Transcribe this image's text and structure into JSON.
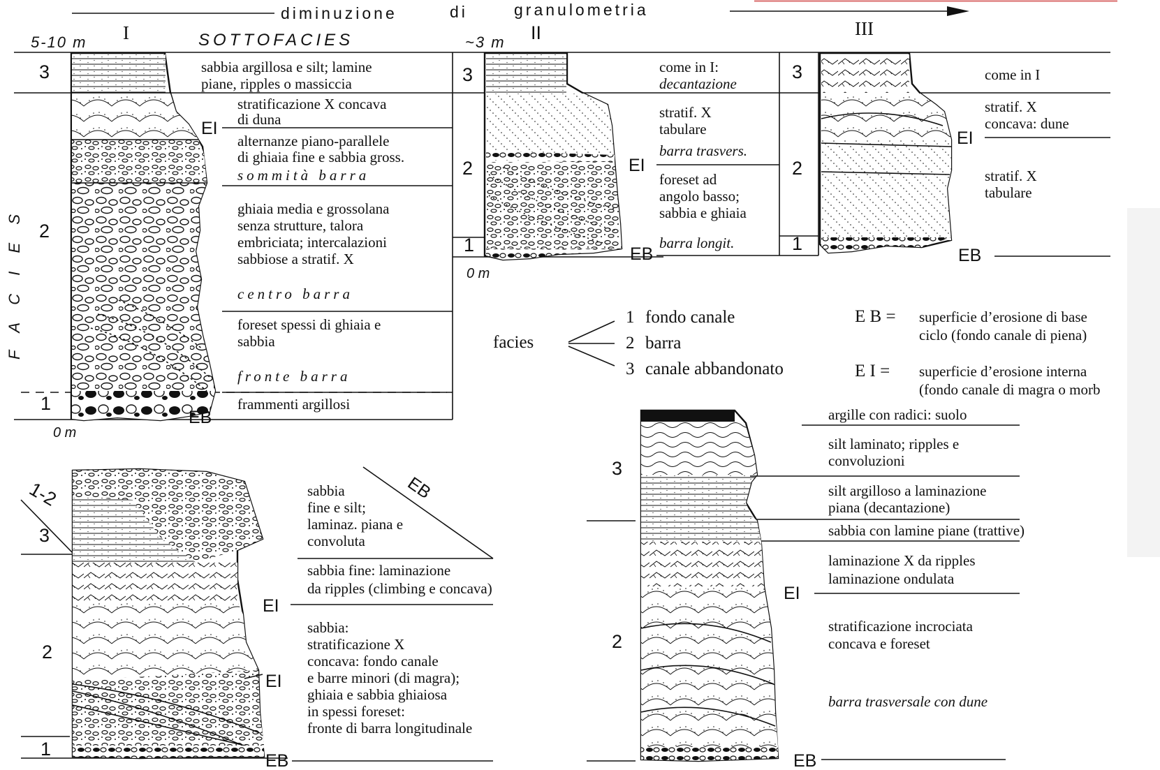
{
  "header": {
    "title_left": "diminuzione",
    "title_mid": "di",
    "title_right": "granulometria",
    "sottofacies": "SOTTOFACIES",
    "facies_vertical": "F A C I E S"
  },
  "columns": {
    "I": {
      "roman": "I",
      "top_thickness": "5-10 m",
      "base_label": "0 m",
      "facies_nums": [
        "3",
        "2",
        "1"
      ],
      "erosion_labels": [
        "EI",
        "EB"
      ],
      "descriptions": [
        {
          "lines": [
            "sabbia argillosa e silt; lamine",
            "piane, ripples o massiccia"
          ]
        },
        {
          "lines": [
            "stratificazione X concava",
            "di duna"
          ]
        },
        {
          "lines": [
            "alternanze piano-parallele",
            "di ghiaia fine e sabbia gross."
          ],
          "italic": "sommità barra"
        },
        {
          "lines": [
            "ghiaia media e grossolana",
            "senza strutture, talora",
            "embriciata; intercalazioni",
            "sabbiose a stratif. X"
          ],
          "italic": "centro barra"
        },
        {
          "lines": [
            "foreset spessi di ghiaia e",
            "sabbia"
          ],
          "italic": "fronte barra"
        },
        {
          "lines": [
            "frammenti argillosi"
          ]
        }
      ]
    },
    "II": {
      "roman": "II",
      "top_thickness": "~3 m",
      "base_label": "0 m",
      "facies_nums": [
        "3",
        "2",
        "1"
      ],
      "erosion_labels": [
        "EI",
        "EB"
      ],
      "descriptions": [
        {
          "lines": [
            "come in I:"
          ],
          "italic": "decantazione"
        },
        {
          "lines": [
            "stratif. X",
            "tabulare"
          ],
          "italic": "barra trasvers."
        },
        {
          "lines": [
            "foreset ad",
            "angolo basso;",
            "sabbia e ghiaia"
          ]
        },
        {
          "italic": "barra longit."
        }
      ]
    },
    "III": {
      "roman": "III",
      "facies_nums": [
        "3",
        "2",
        "1"
      ],
      "erosion_labels": [
        "EI",
        "EB"
      ],
      "descriptions": [
        {
          "lines": [
            "come in I"
          ]
        },
        {
          "lines": [
            "stratif. X",
            "concava: dune"
          ]
        },
        {
          "lines": [
            "stratif. X",
            "tabulare"
          ]
        }
      ]
    },
    "IV": {
      "facies_nums": [
        "1-2",
        "3",
        "2",
        "1"
      ],
      "erosion_labels": [
        "EB",
        "EI",
        "EI",
        "EB"
      ],
      "descriptions": [
        {
          "lines": [
            "sabbia",
            "fine e silt;",
            "laminaz. piana e",
            "convoluta"
          ]
        },
        {
          "lines": [
            "sabbia fine: laminazione",
            "da ripples (climbing e concava)"
          ]
        },
        {
          "lines": [
            "sabbia:",
            "stratificazione X",
            "concava: fondo canale",
            "e barre minori (di magra);",
            "ghiaia e sabbia ghiaiosa",
            "in spessi foreset:",
            "fronte di barra longitudinale"
          ]
        }
      ]
    },
    "V": {
      "facies_nums": [
        "3",
        "2"
      ],
      "erosion_labels": [
        "EI",
        "EB"
      ],
      "descriptions": [
        {
          "lines": [
            "argille con radici: suolo"
          ]
        },
        {
          "lines": [
            "silt laminato; ripples e",
            "convoluzioni"
          ]
        },
        {
          "lines": [
            "silt argilloso a laminazione",
            "piana (decantazione)"
          ]
        },
        {
          "lines": [
            "sabbia con lamine piane (trattive)"
          ]
        },
        {
          "lines": [
            "laminazione X da ripples",
            "laminazione ondulata"
          ]
        },
        {
          "lines": [
            "stratificazione incrociata",
            "concava e foreset"
          ]
        },
        {
          "italic": "barra trasversale con dune"
        }
      ]
    }
  },
  "legend": {
    "facies_word": "facies",
    "items": [
      {
        "num": "1",
        "label": "fondo canale"
      },
      {
        "num": "2",
        "label": "barra"
      },
      {
        "num": "3",
        "label": "canale abbandonato"
      }
    ],
    "eb": {
      "abbr": "E B =",
      "lines": [
        "superficie d’erosione di base",
        "ciclo (fondo canale di piena)"
      ]
    },
    "ei": {
      "abbr": "E I =",
      "lines": [
        "superficie d’erosione interna",
        "(fondo canale di magra o morb"
      ]
    }
  },
  "colors": {
    "ink": "#111111",
    "paper": "#ffffff",
    "accent_line": "#d96b6b"
  }
}
